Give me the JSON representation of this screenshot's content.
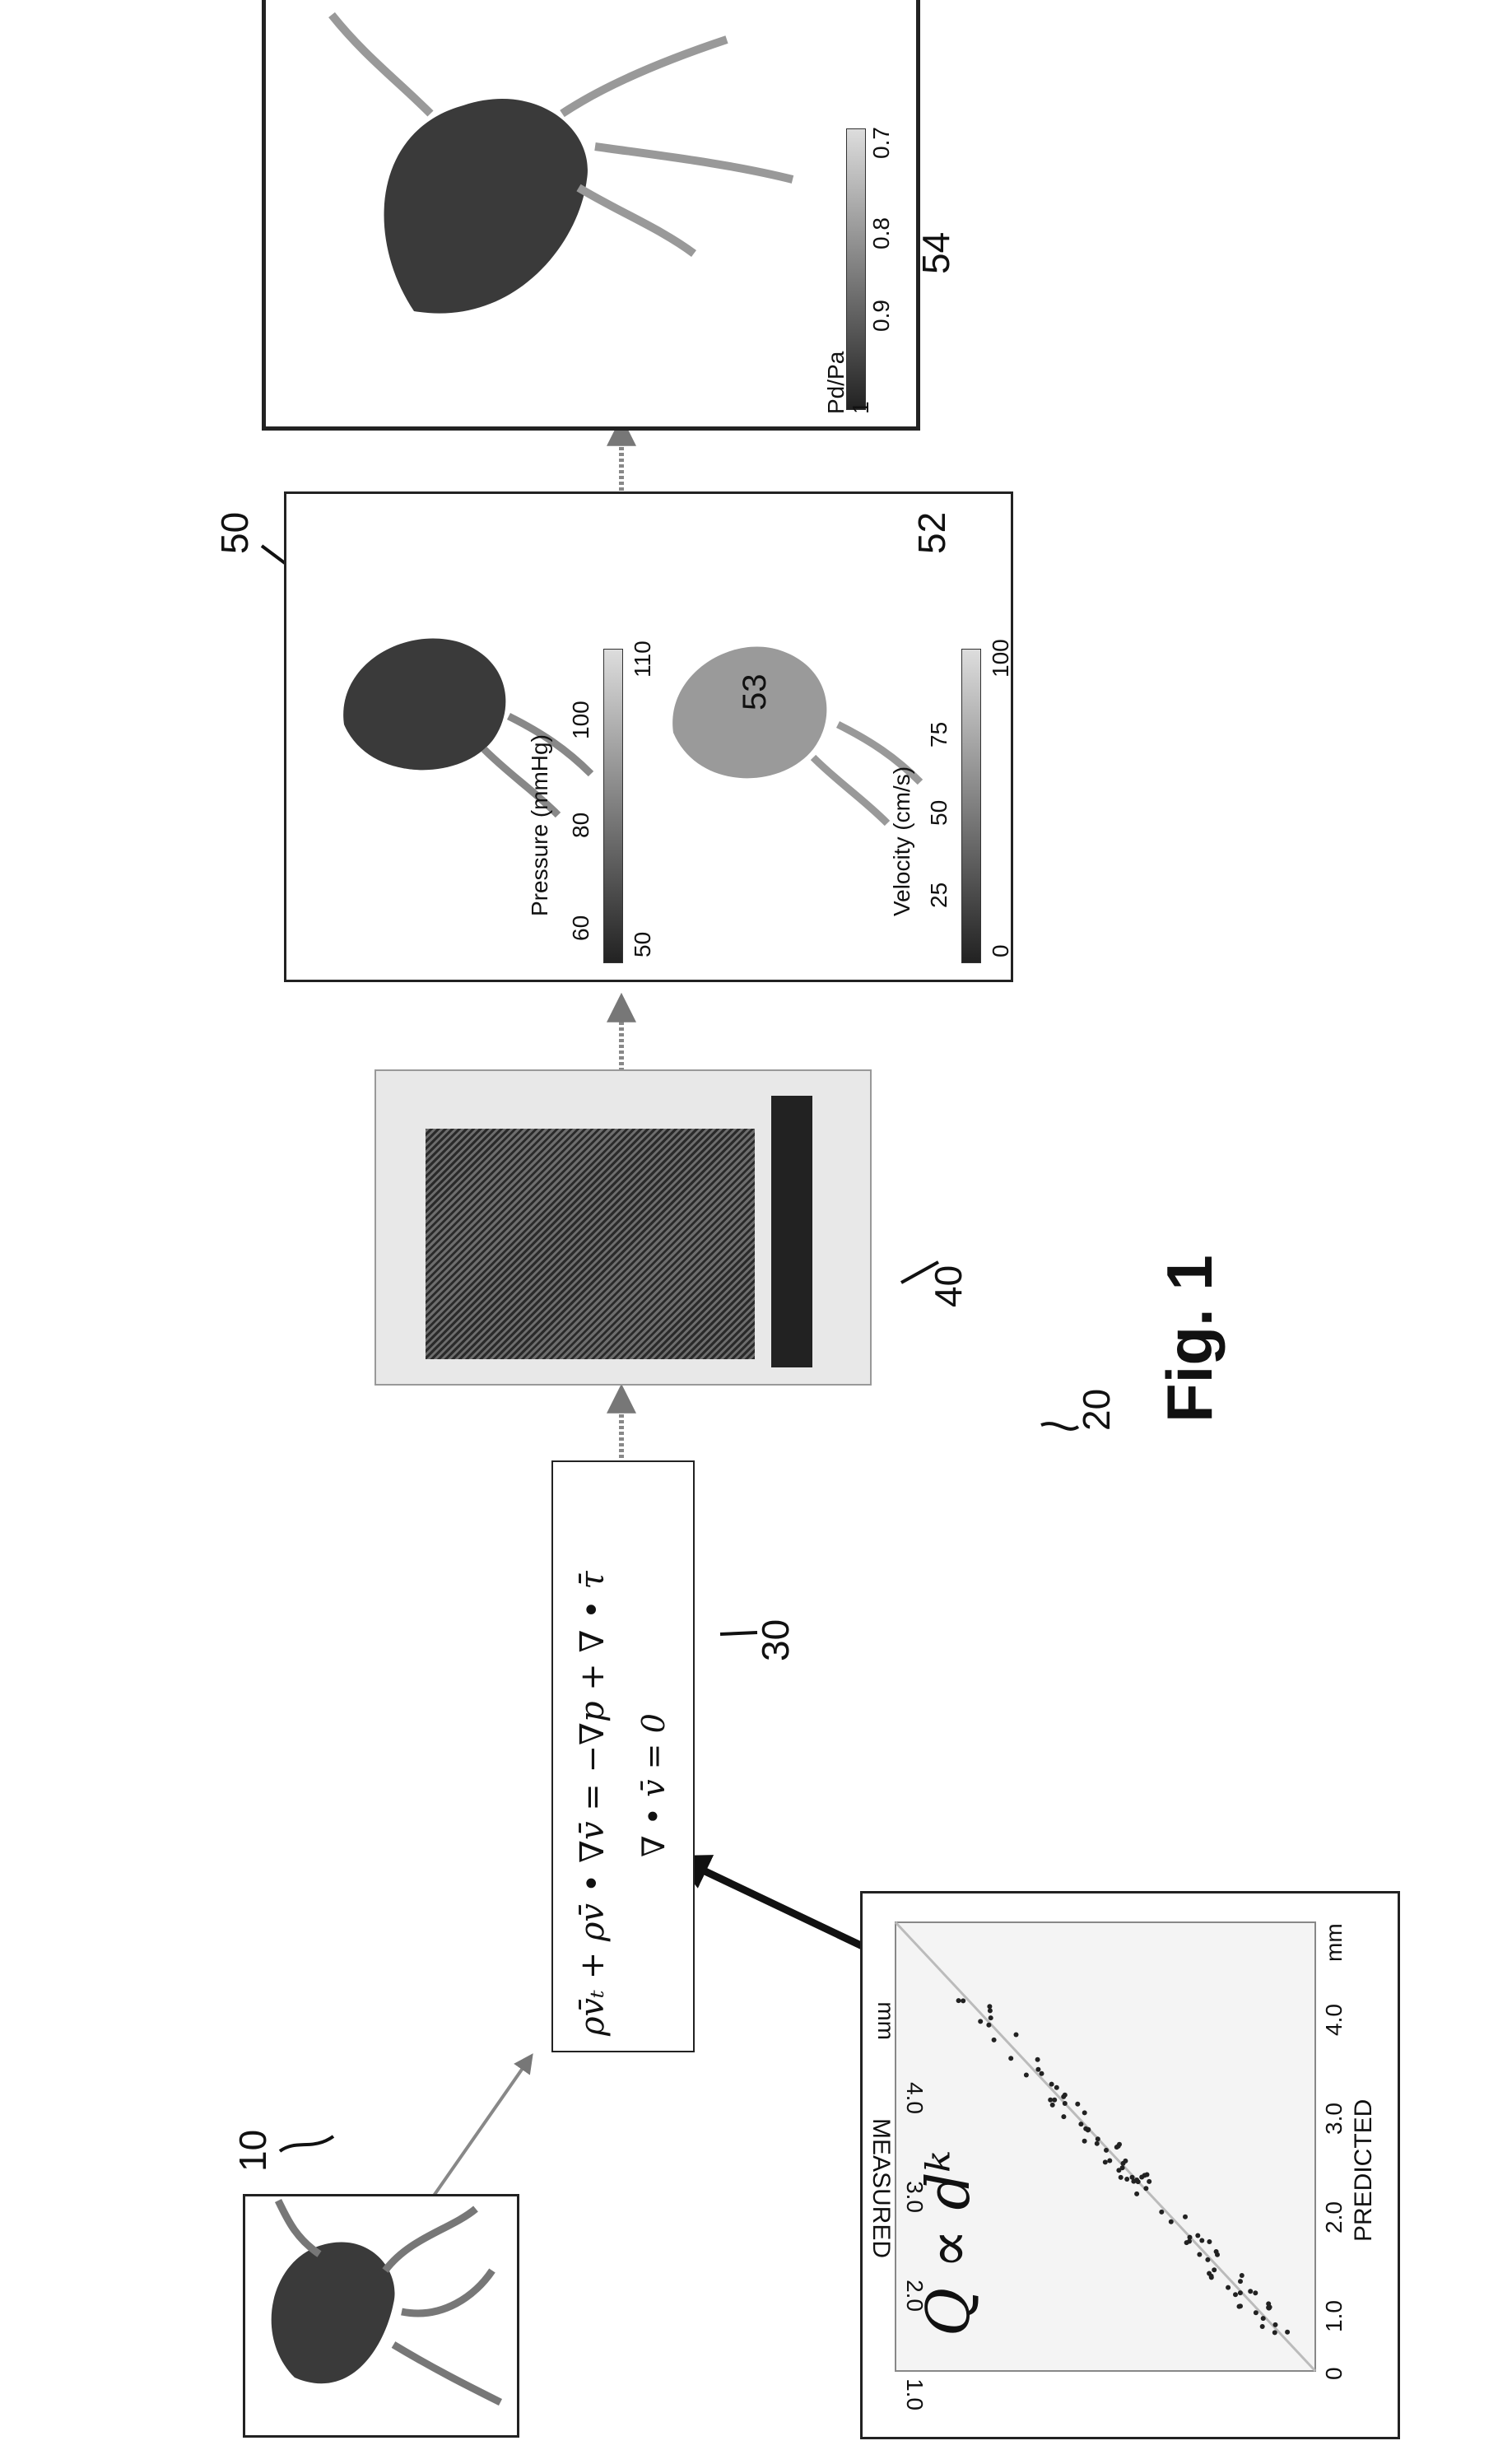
{
  "figure": {
    "caption": "Fig. 1"
  },
  "refs": {
    "r10": "10",
    "r20": "20",
    "r30": "30",
    "r40": "40",
    "r50": "50",
    "r52": "52",
    "r53": "53",
    "r54": "54"
  },
  "equations": {
    "momentum": "ρv̄ₜ + ρv̄ • ∇v̄ = −∇p + ∇ • τ̄",
    "continuity": "∇ • v̄ = 0"
  },
  "scatter": {
    "formula": "Q ∝ dᵏ",
    "xlabel": "PREDICTED",
    "ylabel": "MEASURED",
    "x_unit": "mm",
    "y_unit": "mm",
    "origin": "0",
    "x_ticks": [
      "1.0",
      "2.0",
      "3.0",
      "4.0"
    ],
    "y_ticks": [
      "1.0",
      "2.0",
      "3.0",
      "4.0"
    ]
  },
  "pressure_scale": {
    "title": "Pressure (mmHg)",
    "labels_upper": [
      "60",
      "80",
      "100"
    ],
    "labels_lower": [
      "50",
      "110"
    ]
  },
  "velocity_scale": {
    "title": "Velocity (cm/s)",
    "labels_upper": [
      "25",
      "50",
      "75"
    ],
    "labels_lower": [
      "0",
      "100"
    ]
  },
  "ffr_scale": {
    "title": "Pd/Pa",
    "labels": [
      "1",
      "0.9",
      "0.8",
      "0.7"
    ]
  }
}
